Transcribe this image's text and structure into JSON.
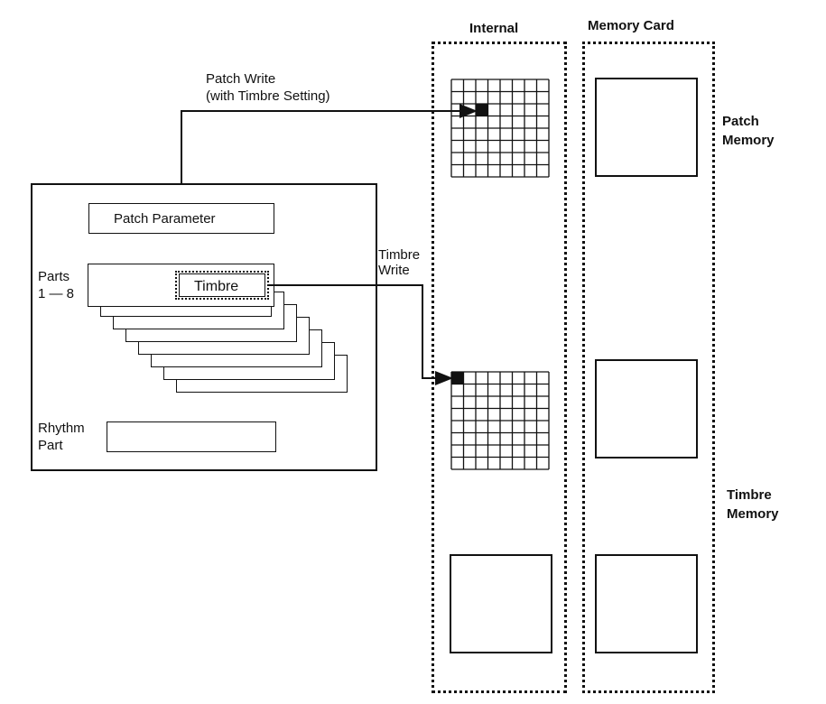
{
  "columns": {
    "internal": "Internal",
    "memory_card": "Memory Card"
  },
  "labels": {
    "patch_write_line1": "Patch Write",
    "patch_write_line2": "(with Timbre Setting)",
    "timbre_write_line1": "Timbre",
    "timbre_write_line2": "Write",
    "patch_memory_line1": "Patch",
    "patch_memory_line2": "Memory",
    "timbre_memory_line1": "Timbre",
    "timbre_memory_line2": "Memory"
  },
  "patch": {
    "patch_parameter": "Patch Parameter",
    "parts_line1": "Parts",
    "parts_line2": "1 — 8",
    "timbre": "Timbre",
    "rhythm_line1": "Rhythm",
    "rhythm_line2": "Part"
  }
}
